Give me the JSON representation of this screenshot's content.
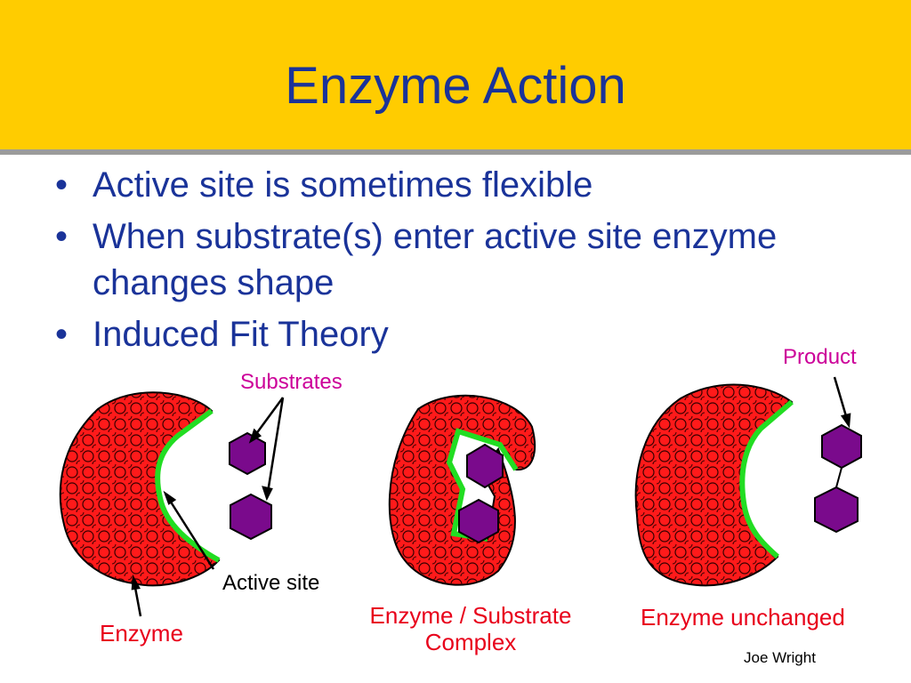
{
  "slide": {
    "title": "Enzyme Action",
    "bullets": [
      "Active site is sometimes flexible",
      "When substrate(s) enter active site enzyme changes shape",
      "Induced Fit Theory"
    ],
    "bullet_marker": "•"
  },
  "diagram": {
    "labels": {
      "substrates": "Substrates",
      "product": "Product",
      "active_site": "Active site",
      "enzyme": "Enzyme",
      "complex_line1": "Enzyme / Substrate",
      "complex_line2": "Complex",
      "unchanged": "Enzyme unchanged"
    },
    "colors": {
      "header_bg": "#ffcc00",
      "title_text": "#1a3399",
      "enzyme_fill": "#ff1a1a",
      "active_site_edge": "#22dd22",
      "substrate_fill": "#7a0a8c",
      "label_magenta": "#cc0099",
      "label_red": "#e8001a"
    }
  },
  "footer": {
    "credit": "Joe Wright"
  }
}
